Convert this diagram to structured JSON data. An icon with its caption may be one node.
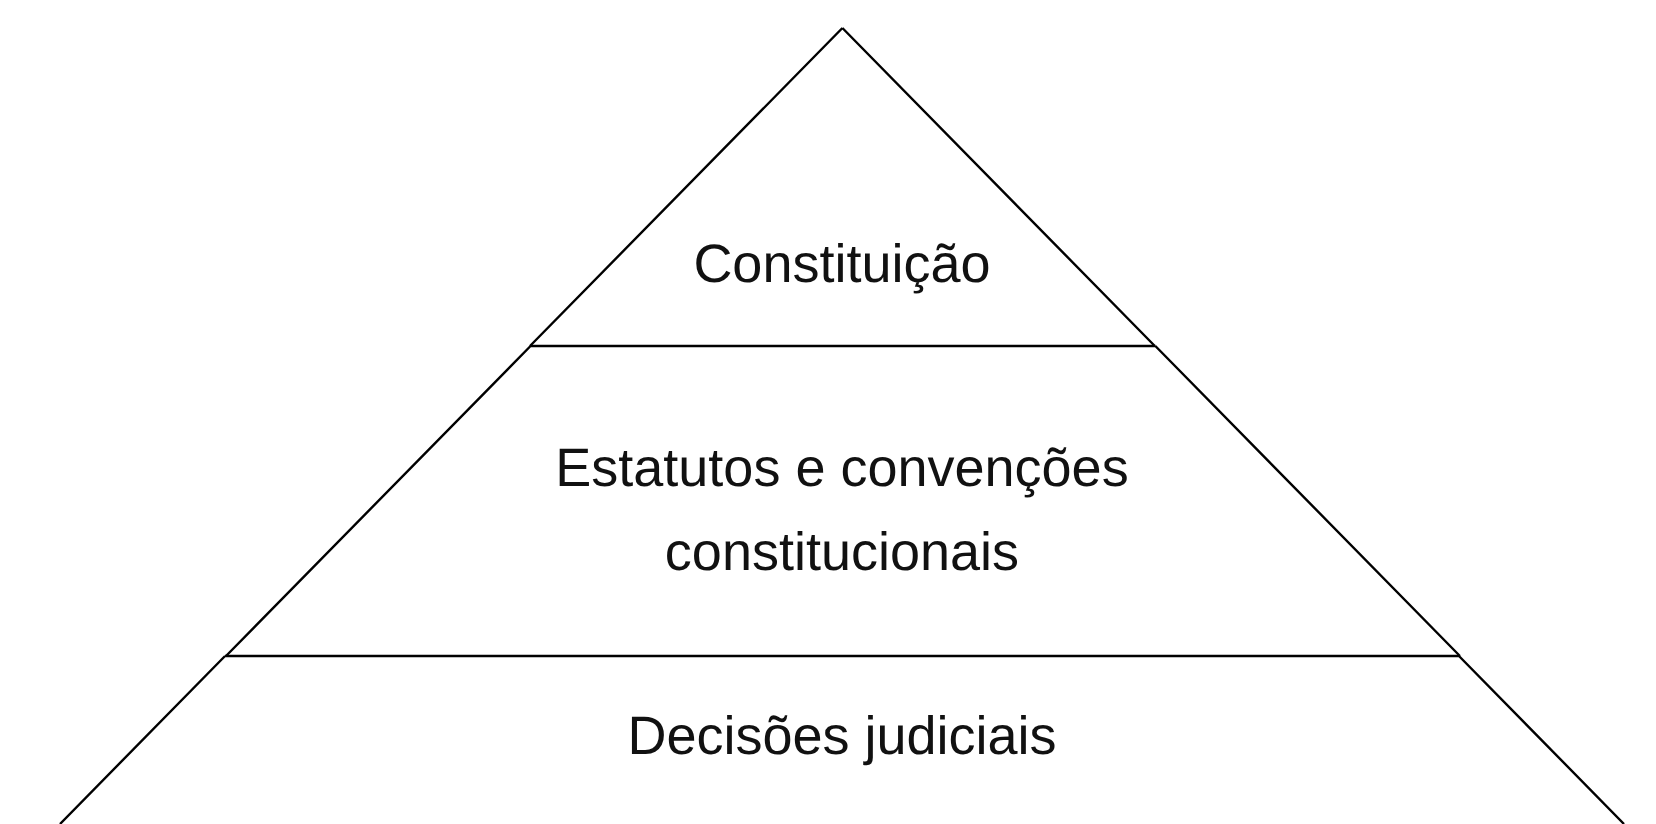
{
  "diagram": {
    "nodes": [
      {
        "text": [
          "Constituição"
        ]
      },
      {
        "text": [
          "Estatutos e convenções constitucionais"
        ]
      },
      {
        "text": [
          "Decisões judiciais"
        ]
      }
    ]
  }
}
